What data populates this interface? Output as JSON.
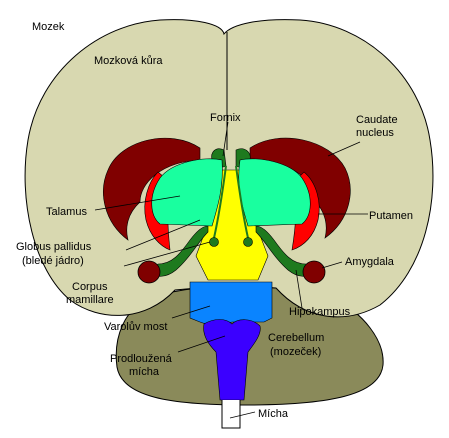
{
  "diagram": {
    "corner_label": "Mozek",
    "labels": {
      "cortex": "Mozková kůra",
      "fornix": "Fornix",
      "caudate_line1": "Caudate",
      "caudate_line2": "nucleus",
      "thalamus": "Talamus",
      "putamen": "Putamen",
      "globus_line1": "Globus pallidus",
      "globus_line2": "(bledé jádro)",
      "amygdala": "Amygdala",
      "corpus_line1": "Corpus",
      "corpus_line2": "mamillare",
      "hippocampus": "Hipokampus",
      "pons": "Varolův most",
      "cerebellum_line1": "Cerebellum",
      "cerebellum_line2": "(mozeček)",
      "medulla_line1": "Prodloužená",
      "medulla_line2": "mícha",
      "spinal_cord": "Mícha"
    },
    "colors": {
      "cortex": "#d8d8b0",
      "cerebellum": "#8a8a5a",
      "caudate": "#800000",
      "putamen": "#ff0000",
      "thalamus": "#19ff9f",
      "fornix_hippocampus": "#1e7a1e",
      "midbrain": "#ffff00",
      "pons": "#0a84ff",
      "medulla": "#3b00ff",
      "outline": "#000000"
    }
  }
}
